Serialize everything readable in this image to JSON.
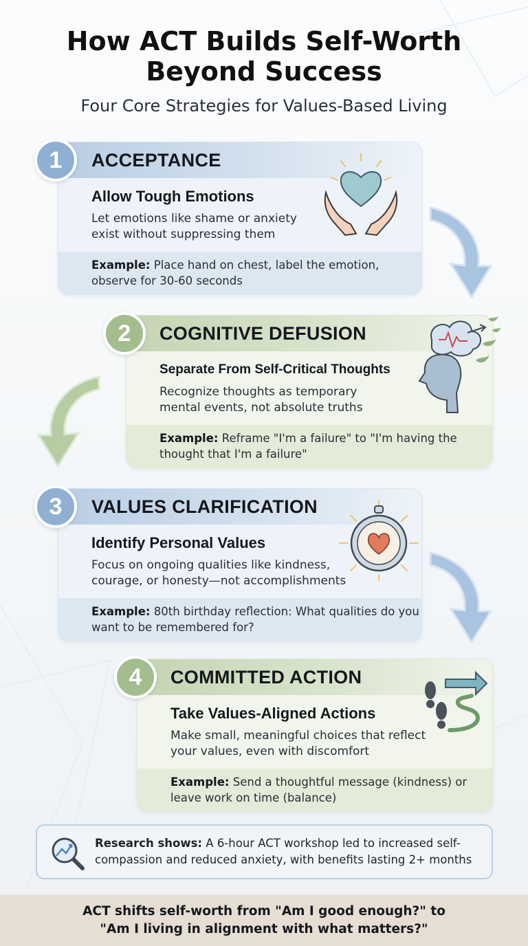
{
  "header": {
    "title_line1": "How ACT Builds Self-Worth",
    "title_line2": "Beyond Success",
    "subtitle": "Four Core Strategies for Values-Based Living"
  },
  "strategies": [
    {
      "number": "1",
      "title": "ACCEPTANCE",
      "subtitle": "Allow Tough Emotions",
      "description": "Let emotions like shame or anxiety exist without suppressing them",
      "example_label": "Example:",
      "example_text": "Place hand on chest, label the emotion, observe for 30-60 seconds",
      "icon": "heart-in-hands-icon"
    },
    {
      "number": "2",
      "title": "COGNITIVE DEFUSION",
      "subtitle": "Separate From Self-Critical Thoughts",
      "description": "Recognize thoughts as temporary mental events, not absolute truths",
      "example_label": "Example:",
      "example_text": "Reframe \"I'm a failure\" to \"I'm having the thought that I'm a failure\"",
      "icon": "head-thought-cloud-icon"
    },
    {
      "number": "3",
      "title": "VALUES CLARIFICATION",
      "subtitle": "Identify Personal Values",
      "description": "Focus on ongoing qualities like kindness, courage, or honesty—not accomplishments",
      "example_label": "Example:",
      "example_text": "80th birthday reflection: What qualities do you want to be remembered for?",
      "icon": "heart-compass-icon"
    },
    {
      "number": "4",
      "title": "COMMITTED ACTION",
      "subtitle": "Take Values-Aligned Actions",
      "description": "Make small, meaningful choices that reflect your values, even with discomfort",
      "example_label": "Example:",
      "example_text": "Send a thoughtful message (kindness) or leave work on time (balance)",
      "icon": "footsteps-path-icon"
    }
  ],
  "research": {
    "label": "Research shows:",
    "text": "A 6-hour ACT workshop led to increased self-compassion and reduced anxiety, with benefits lasting 2+ months",
    "icon": "magnifier-chart-icon"
  },
  "footer": {
    "line1": "ACT shifts self-worth from \"Am I good enough?\" to",
    "line2": "\"Am I living in alignment with what matters?\""
  },
  "colors": {
    "blue_accent": "#8fb0d3",
    "green_accent": "#a3bd8e",
    "footer_bg": "#e6ddd3"
  }
}
